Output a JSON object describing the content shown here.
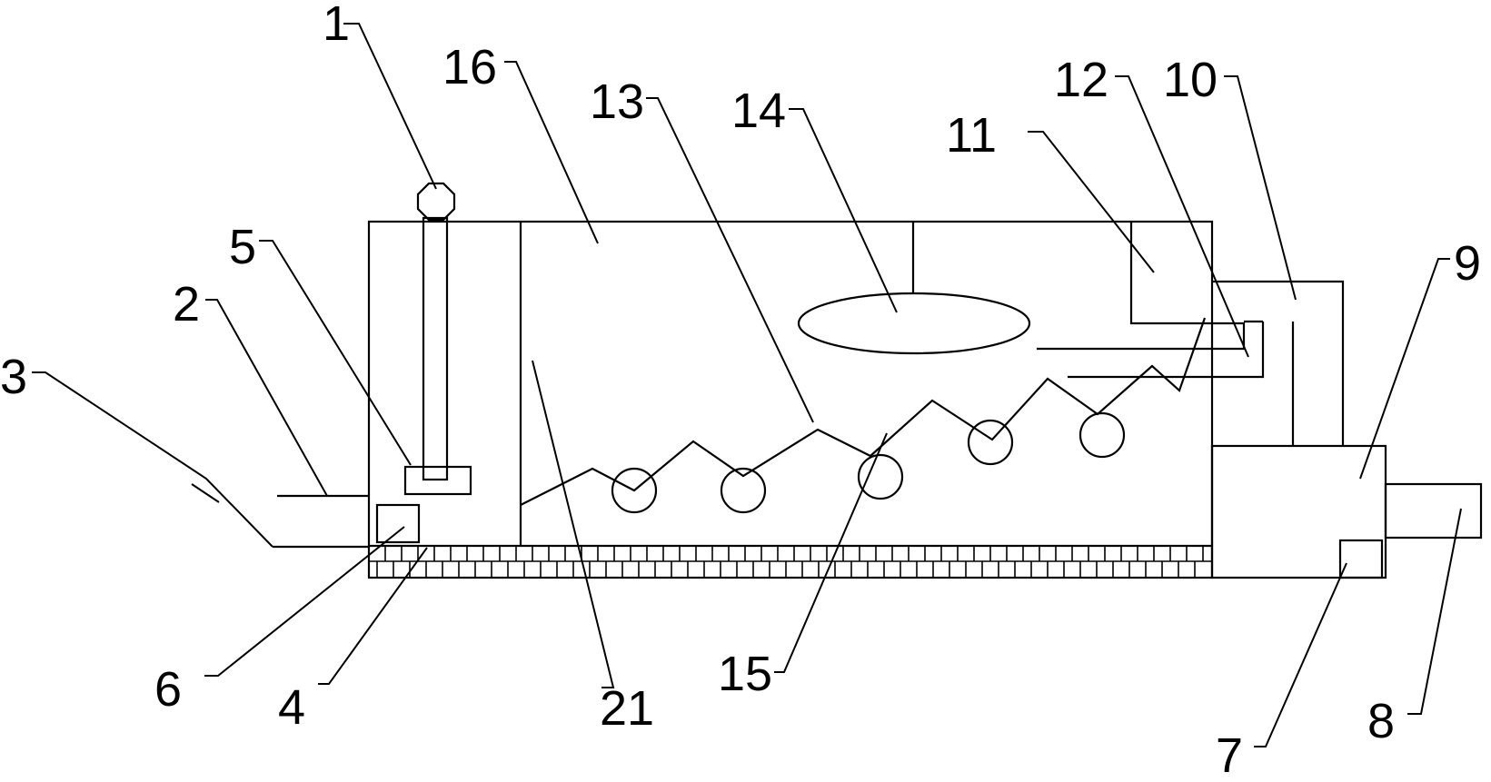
{
  "labels": {
    "l1": "1",
    "l2": "2",
    "l3": "3",
    "l4": "4",
    "l5": "5",
    "l6": "6",
    "l7": "7",
    "l8": "8",
    "l9": "9",
    "l10": "10",
    "l11": "11",
    "l12": "12",
    "l13": "13",
    "l14": "14",
    "l15": "15",
    "l16": "16",
    "l21": "21"
  },
  "colors": {
    "stroke": "#000000",
    "background": "#ffffff"
  }
}
